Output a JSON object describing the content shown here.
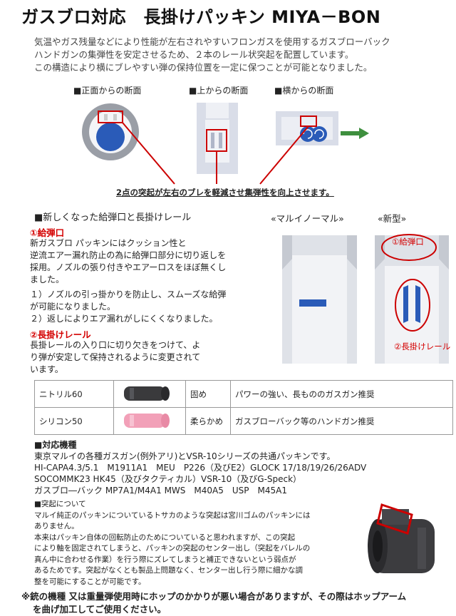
{
  "title": "ガスブロ対応　長掛けパッキン MIYA－BON",
  "intro": [
    "気温やガス残量などにより性能が左右されやすいフロンガスを使用するガスブローバック",
    "ハンドガンの集弾性を安定させるため、２本のレール状突起を配置しています。",
    "この構造により横にブレやすい弾の保持位置を一定に保つことが可能となりました。"
  ],
  "sections": {
    "front": "■正面からの断面",
    "top": "■上からの断面",
    "side": "■横からの断面"
  },
  "caption": "2点の突起が左右のブレを軽減させ集弾性を向上させます。",
  "new_heading": "■新しくなった給弾口と長掛けレール",
  "comparison": {
    "left": "«マルイノーマル»",
    "right": "«新型»",
    "label1": "①給弾口",
    "label2": "②長掛けレール"
  },
  "feed": {
    "title": "①給弾口",
    "lines": [
      "新ガスブロ パッキンにはクッション性と",
      "逆流エアー漏れ防止の為に給弾口部分に切り返しを",
      "採用。ノズルの張り付きやエアーロスをほぼ無くし",
      "ました。"
    ],
    "points": [
      "１）ノズルの引っ掛かりを防止し、スムーズな給弾",
      "が可能になりました。",
      "２）返しによりエア漏れがしにくくなりました。"
    ]
  },
  "rail": {
    "title": "②長掛けレール",
    "lines": [
      "長掛レールの入り口に切り欠きをつけて、よ",
      "り弾が安定して保持されるように変更されて",
      "います。"
    ]
  },
  "table": [
    {
      "name": "ニトリル60",
      "hardness": "固め",
      "desc": "パワーの強い、長もののガスガン推奨",
      "color": "#3a3a3c"
    },
    {
      "name": "シリコン50",
      "hardness": "柔らかめ",
      "desc": "ガスブローバック等のハンドガン推奨",
      "color": "#f2a0b8"
    }
  ],
  "compat": {
    "title": "■対応機種",
    "lines": [
      "東京マルイの各種ガスガン(例外アリ)とVSR-10シリーズの共通パッキンです。",
      "HI-CAPA4.3/5.1　M1911A1　MEU　P226（及びE2）GLOCK 17/18/19/26/26ADV",
      "SOCOMMK23 HK45（及びタクティカル）VSR-10（及びG-Speck）",
      "ガスブロ―バック MP7A1/M4A1 MWS　M40A5　USP　M45A1"
    ]
  },
  "note": {
    "title": "■突起について",
    "lines": [
      "マルイ純正のパッキンについているトサカのような突起は宮川ゴムのパッキンには",
      "ありません。",
      "本来はパッキン自体の回転防止のためについていると思われますが、この突起",
      "により軸を固定されてしまうと、パッキンの突起のセンター出し（突起をバレルの",
      "真ん中に合わせる作業）を行う際にズレてしまうと補正できないという弱点が",
      "あるためです。突起がなくとも製品上問題なく、センター出し行う際に細かな調",
      "整を可能にすることが可能です。"
    ]
  },
  "footer": [
    "※銃の機種 又は重量弾使用時にホップのかかりが悪い場合がありますが、その際はホップアーム",
    "を曲げ加工してご使用ください。"
  ]
}
